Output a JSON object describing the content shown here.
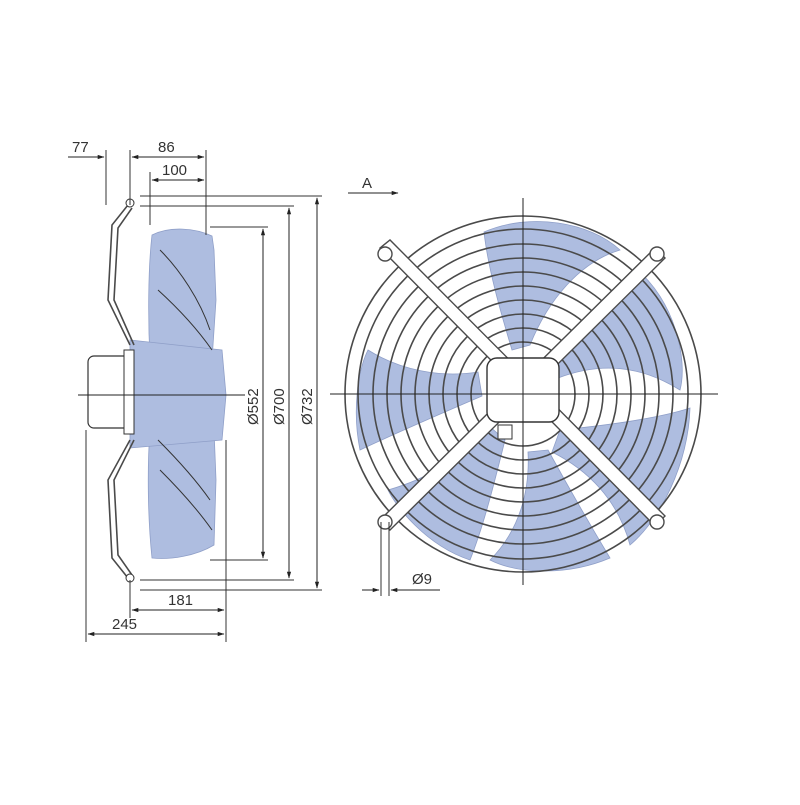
{
  "drawing": {
    "view_label": "A",
    "dimensions": {
      "d77": "77",
      "d86": "86",
      "d100": "100",
      "d181": "181",
      "d245": "245",
      "dia552": "Ø552",
      "dia700": "Ø700",
      "dia732": "Ø732",
      "hole": "Ø9"
    }
  },
  "colors": {
    "blade": "#aebde0",
    "line": "#333333",
    "background": "#ffffff"
  }
}
